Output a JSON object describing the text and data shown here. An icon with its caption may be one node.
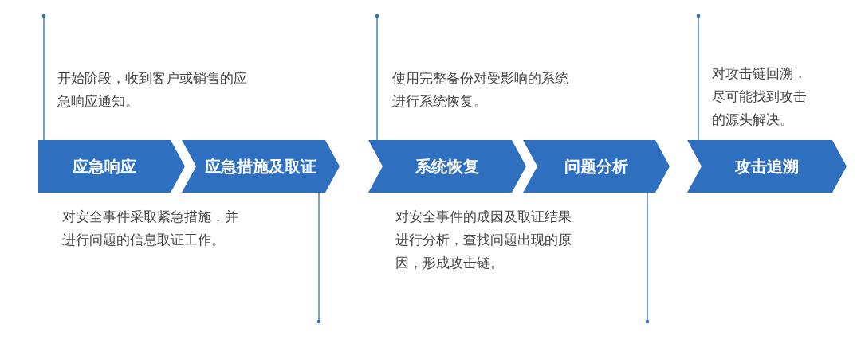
{
  "diagram": {
    "nodes": [
      {
        "text": [
          "应急响应"
        ],
        "beside": [
          "开始阶段，收到客户或销售的应急响应通知。"
        ]
      },
      {
        "text": [
          "应急措施及取证"
        ],
        "beside": [
          "对安全事件采取紧急措施，并进行问题的信息取证工作。"
        ]
      },
      {
        "text": [
          "系统恢复"
        ],
        "beside": [
          "使用完整备份对受影响的系统进行系统恢复。"
        ]
      },
      {
        "text": [
          "问题分析"
        ],
        "beside": [
          "对安全事件的成因及取证结果进行分析，查找问题出现的原因，形成攻击链。"
        ]
      },
      {
        "text": [
          "攻击追溯"
        ],
        "beside": [
          "对攻击链回溯，尽可能找到攻击的源头解决。"
        ]
      }
    ],
    "edges": [
      {
        "from": null,
        "to": 0,
        "arrow": "other"
      },
      {
        "from": null,
        "to": 1,
        "arrow": "other"
      },
      {
        "from": null,
        "to": 2,
        "arrow": "other"
      },
      {
        "from": null,
        "to": 3,
        "arrow": "other"
      },
      {
        "from": null,
        "to": 4,
        "arrow": "other"
      }
    ]
  }
}
